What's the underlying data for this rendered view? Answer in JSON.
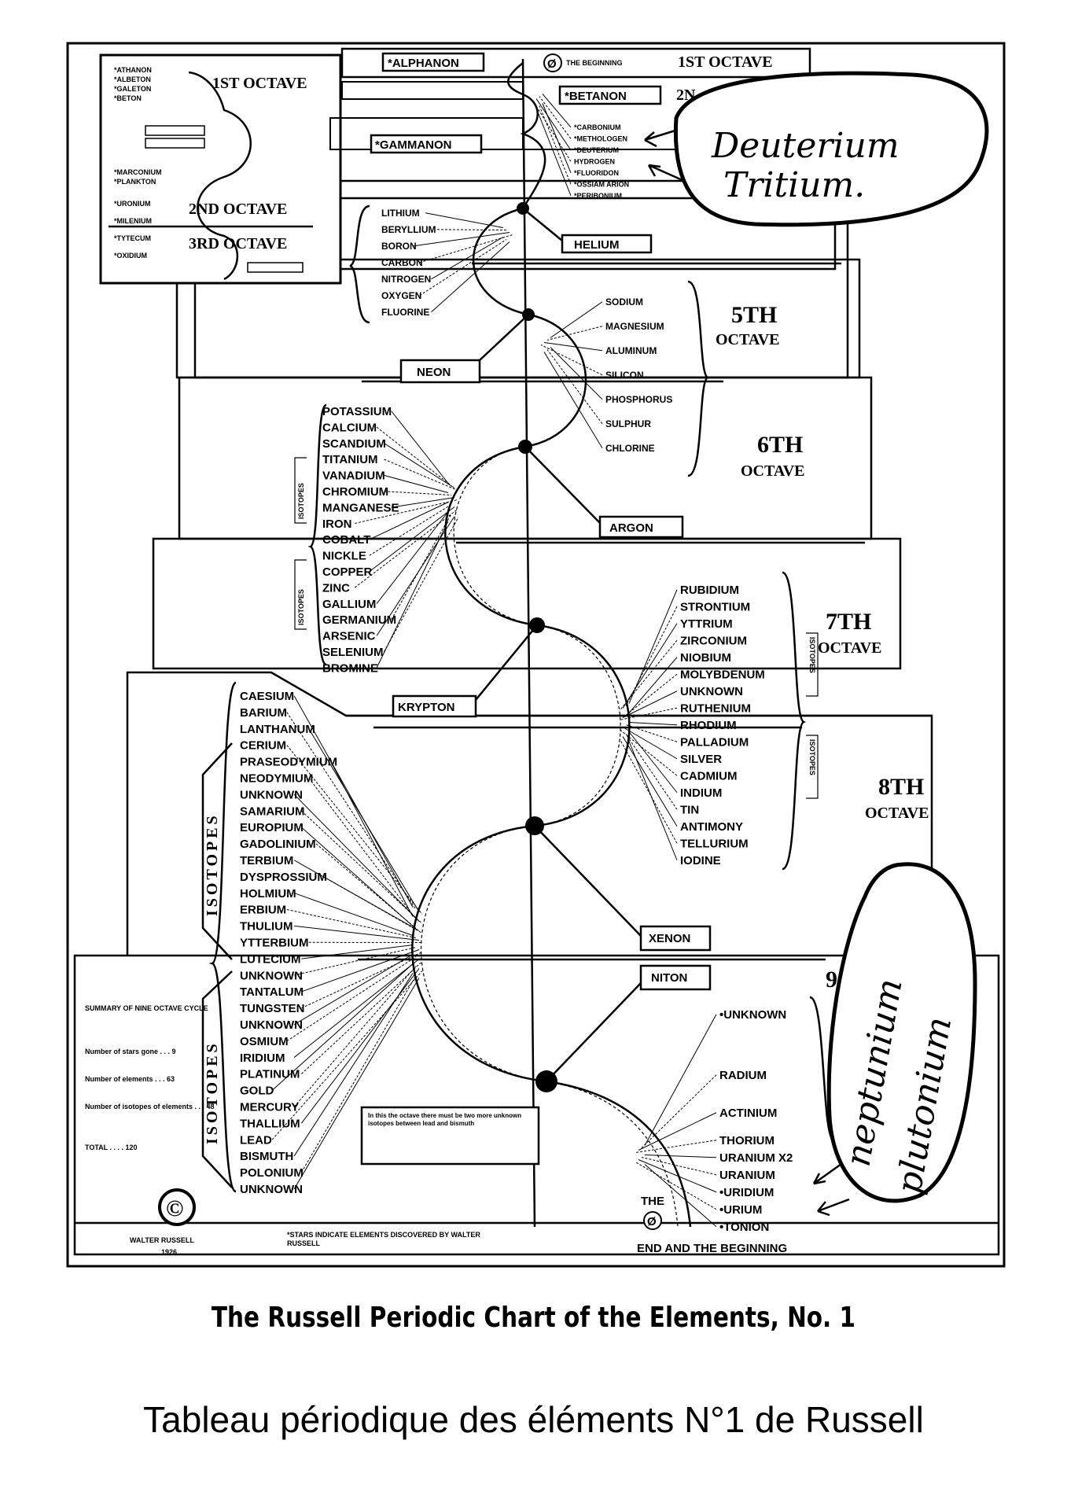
{
  "octaves": {
    "o1": "1ST OCTAVE",
    "o1_top": "1ST OCTAVE",
    "o2_top": "2N",
    "o2": "2ND OCTAVE",
    "o3": "3RD OCTAVE",
    "o5_num": "5TH",
    "o5_word": "OCTAVE",
    "o6_num": "6TH",
    "o6_word": "OCTAVE",
    "o7_num": "7TH",
    "o7_word": "OCTAVE",
    "o8_num": "8TH",
    "o8_word": "OCTAVE",
    "o9": "9"
  },
  "noble_boxes": {
    "alphanon": "*ALPHANON",
    "betanon": "*BETANON",
    "gammanon": "*GAMMANON",
    "helium": "HELIUM",
    "neon": "NEON",
    "argon": "ARGON",
    "krypton": "KRYPTON",
    "xenon": "XENON",
    "niton": "NITON"
  },
  "beginning": {
    "symbol": "Ø",
    "label": "THE BEGINNING"
  },
  "end": {
    "the": "THE",
    "symbol": "Ø",
    "label": "END AND THE BEGINNING"
  },
  "inset_labels": {
    "a": "*ATHANON",
    "b": "*ALBETON",
    "c": "*GALETON",
    "d": "*BETON",
    "e": "*MARCONIUM",
    "f": "*PLANKTON",
    "g": "*URONIUM",
    "h": "*MILENIUM",
    "i": "*TYTECUM",
    "j": "*OXIDIUM"
  },
  "group_right1": [
    "*CARBONIUM",
    "*METHOLOGEN",
    "*DEUTERIUM",
    "HYDROGEN",
    "*FLUORIDON",
    "*OSSIAM ARION",
    "*PERIBONIUM"
  ],
  "group_left2": [
    "LITHIUM",
    "BERYLLIUM",
    "BORON",
    "CARBON",
    "NITROGEN",
    "OXYGEN",
    "FLUORINE"
  ],
  "group_right5": [
    "SODIUM",
    "MAGNESIUM",
    "ALUMINUM",
    "SILICON",
    "PHOSPHORUS",
    "SULPHUR",
    "CHLORINE"
  ],
  "group_left6": [
    "POTASSIUM",
    "CALCIUM",
    "SCANDIUM",
    "TITANIUM",
    "VANADIUM",
    "CHROMIUM",
    "MANGANESE",
    "IRON",
    "COBALT",
    "NICKLE",
    "COPPER",
    "ZINC",
    "GALLIUM",
    "GERMANIUM",
    "ARSENIC",
    "SELENIUM",
    "BROMINE"
  ],
  "group_right7": [
    "RUBIDIUM",
    "STRONTIUM",
    "YTTRIUM",
    "ZIRCONIUM",
    "NIOBIUM",
    "MOLYBDENUM",
    "UNKNOWN",
    "RUTHENIUM",
    "RHODIUM",
    "PALLADIUM",
    "SILVER",
    "CADMIUM",
    "INDIUM",
    "TIN",
    "ANTIMONY",
    "TELLURIUM",
    "IODINE"
  ],
  "group_left8": [
    "CAESIUM",
    "BARIUM",
    "LANTHANUM",
    "CERIUM",
    "PRASEODYMIUM",
    "NEODYMIUM",
    "UNKNOWN",
    "SAMARIUM",
    "EUROPIUM",
    "GADOLINIUM",
    "TERBIUM",
    "DYSPROSSIUM",
    "HOLMIUM",
    "ERBIUM",
    "THULIUM",
    "YTTERBIUM",
    "LUTECIUM",
    "UNKNOWN",
    "TANTALUM",
    "TUNGSTEN",
    "UNKNOWN",
    "OSMIUM",
    "IRIDIUM",
    "PLATINUM",
    "GOLD",
    "MERCURY",
    "THALLIUM",
    "LEAD",
    "BISMUTH",
    "POLONIUM",
    "UNKNOWN"
  ],
  "group_right9": [
    "•UNKNOWN",
    "RADIUM",
    "ACTINIUM",
    "THORIUM",
    "URANIUM X2",
    "URANIUM",
    "•URIDIUM",
    "•URIUM",
    "•TONION"
  ],
  "isotopes": {
    "left_top": "ISOTOPES",
    "left_bottom": "ISOTOPES",
    "right_top": "ISOTOPES",
    "right_bottom": "ISOTOPES",
    "small1": "ISOTOPES",
    "small2": "ISOTOPES"
  },
  "handwritten": {
    "deuterium": "Deuterium",
    "tritium": "Tritium.",
    "neptunium": "neptunium",
    "plutonium": "plutonium"
  },
  "summary": {
    "title": "SUMMARY OF NINE OCTAVE CYCLE",
    "row1": "Number of stars gone . . . 9",
    "row2": "Number of elements . . . 63",
    "row3": "Number of isotopes of elements . . . 48",
    "total": "TOTAL . . . . 120"
  },
  "note_box": "In this the octave there must be two more unknown isotopes between lead and bismuth",
  "footer": {
    "copyright": "©",
    "author": "WALTER RUSSELL",
    "year": "1926",
    "stars_note": "*STARS INDICATE ELEMENTS DISCOVERED BY WALTER RUSSELL"
  },
  "caption_en": "The Russell Periodic Chart of the Elements, No. 1",
  "caption_fr": "Tableau périodique des éléments N°1 de Russell"
}
